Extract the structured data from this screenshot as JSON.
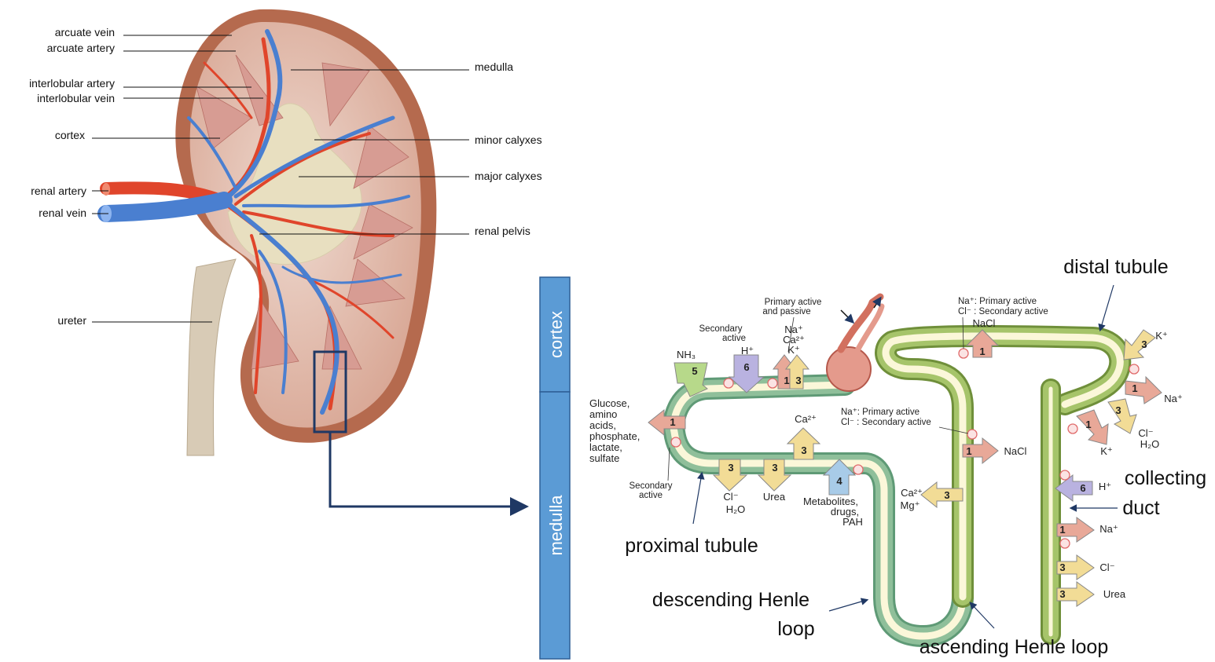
{
  "kidney": {
    "labels": {
      "arcuate_vein": "arcuate vein",
      "arcuate_artery": "arcuate artery",
      "interlobular_artery": "interlobular artery",
      "interlobular_vein": "interlobular vein",
      "cortex": "cortex",
      "renal_artery": "renal artery",
      "renal_vein": "renal vein",
      "ureter": "ureter",
      "medulla": "medulla",
      "minor_calyxes": "minor calyxes",
      "major_calyxes": "major calyxes",
      "renal_pelvis": "renal pelvis"
    }
  },
  "zone_bar": {
    "cortex": "cortex",
    "medulla": "medulla",
    "color": "#5b9bd5"
  },
  "nephron": {
    "region_labels": {
      "distal_tubule": "distal tubule",
      "collecting": "collecting",
      "duct": "duct",
      "proximal_tubule": "proximal tubule",
      "descending_1": "descending Henle",
      "descending_2": "loop",
      "ascending": "ascending Henle loop"
    },
    "transport": {
      "glucose_lines": [
        "Glucose,",
        "amino",
        "acids,",
        "phosphate,",
        "lactate,",
        "sulfate"
      ],
      "secondary_active_bottom": [
        "Secondary",
        "active"
      ],
      "secondary_active_top": [
        "Secondary",
        "active"
      ],
      "primary_active_passive": [
        "Primary active",
        "and passive"
      ],
      "na_ca_k": [
        "Na⁺",
        "Ca²⁺",
        "K⁺"
      ],
      "nh3": "NH₃",
      "h_plus": "H⁺",
      "cl_h2o": [
        "Cl⁻",
        "H₂O"
      ],
      "urea": "Urea",
      "ca_top": "Ca²⁺",
      "metabolites": [
        "Metabolites,",
        "drugs,",
        "PAH"
      ],
      "ca_mg": [
        "Ca²⁺",
        "Mg⁺"
      ],
      "tal_note": [
        "Na⁺: Primary active",
        "Cl⁻ : Secondary active"
      ],
      "tal_nacl": "NaCl",
      "dct_note": [
        "Na⁺: Primary active",
        "Cl⁻ : Secondary active"
      ],
      "dct_nacl": "NaCl",
      "k_plus": "K⁺",
      "na_plus": "Na⁺",
      "k_plus_2": "K⁺",
      "cl_h2o_2": [
        "Cl⁻",
        "H₂O"
      ],
      "cd_h": "H⁺",
      "cd_na": "Na⁺",
      "cd_cl": "Cl⁻",
      "cd_urea": "Urea"
    },
    "numbers": {
      "n1": "1",
      "n3": "3",
      "n4": "4",
      "n5": "5",
      "n6": "6"
    },
    "colors": {
      "red_arrow": "#e8a898",
      "yellow_arrow": "#f2dc96",
      "blue_arrow": "#a8cbe8",
      "green_arrow": "#b7d98a",
      "purple_arrow": "#b9b2e0",
      "proximal_tube": "#8fbf9a",
      "distal_tube": "#a6c46a",
      "lumen": "#fbf7d9"
    }
  }
}
